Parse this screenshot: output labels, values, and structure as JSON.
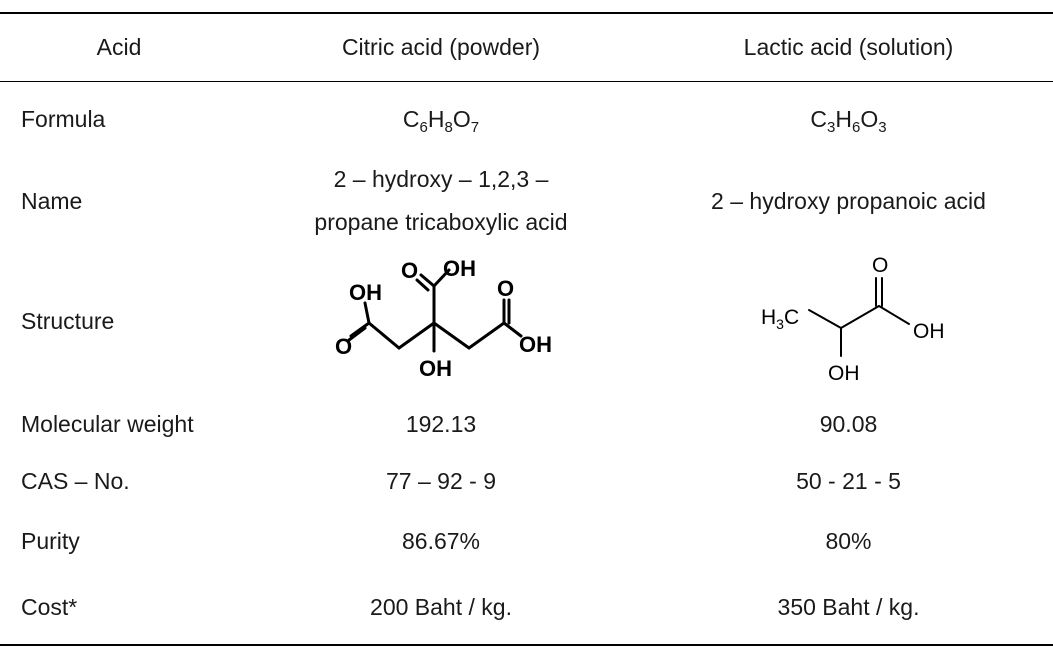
{
  "table": {
    "headers": [
      "Acid",
      "Citric acid (powder)",
      "Lactic acid (solution)"
    ],
    "formula": {
      "label": "Formula",
      "citric": [
        {
          "el": "C",
          "n": "6"
        },
        {
          "el": "H",
          "n": "8"
        },
        {
          "el": "O",
          "n": "7"
        }
      ],
      "lactic": [
        {
          "el": "C",
          "n": "3"
        },
        {
          "el": "H",
          "n": "6"
        },
        {
          "el": "O",
          "n": "3"
        }
      ]
    },
    "name": {
      "label": "Name",
      "citric_line1": "2 – hydroxy – 1,2,3 –",
      "citric_line2": "propane tricaboxylic acid",
      "lactic": "2 – hydroxy propanoic acid"
    },
    "structure": {
      "label": "Structure",
      "atoms": {
        "oh": "OH",
        "o": "O",
        "ch3": "H3C",
        "ch3_main": "H",
        "ch3_sub": "3",
        "ch3_c": "C"
      }
    },
    "molecular_weight": {
      "label": "Molecular weight",
      "citric": "192.13",
      "lactic": "90.08"
    },
    "cas": {
      "label": "CAS – No.",
      "citric": "77 – 92 - 9",
      "lactic": "50 - 21 - 5"
    },
    "purity": {
      "label": "Purity",
      "citric": "86.67%",
      "lactic": "80%"
    },
    "cost": {
      "label": "Cost*",
      "citric": "200 Baht / kg.",
      "lactic": "350 Baht / kg."
    }
  }
}
